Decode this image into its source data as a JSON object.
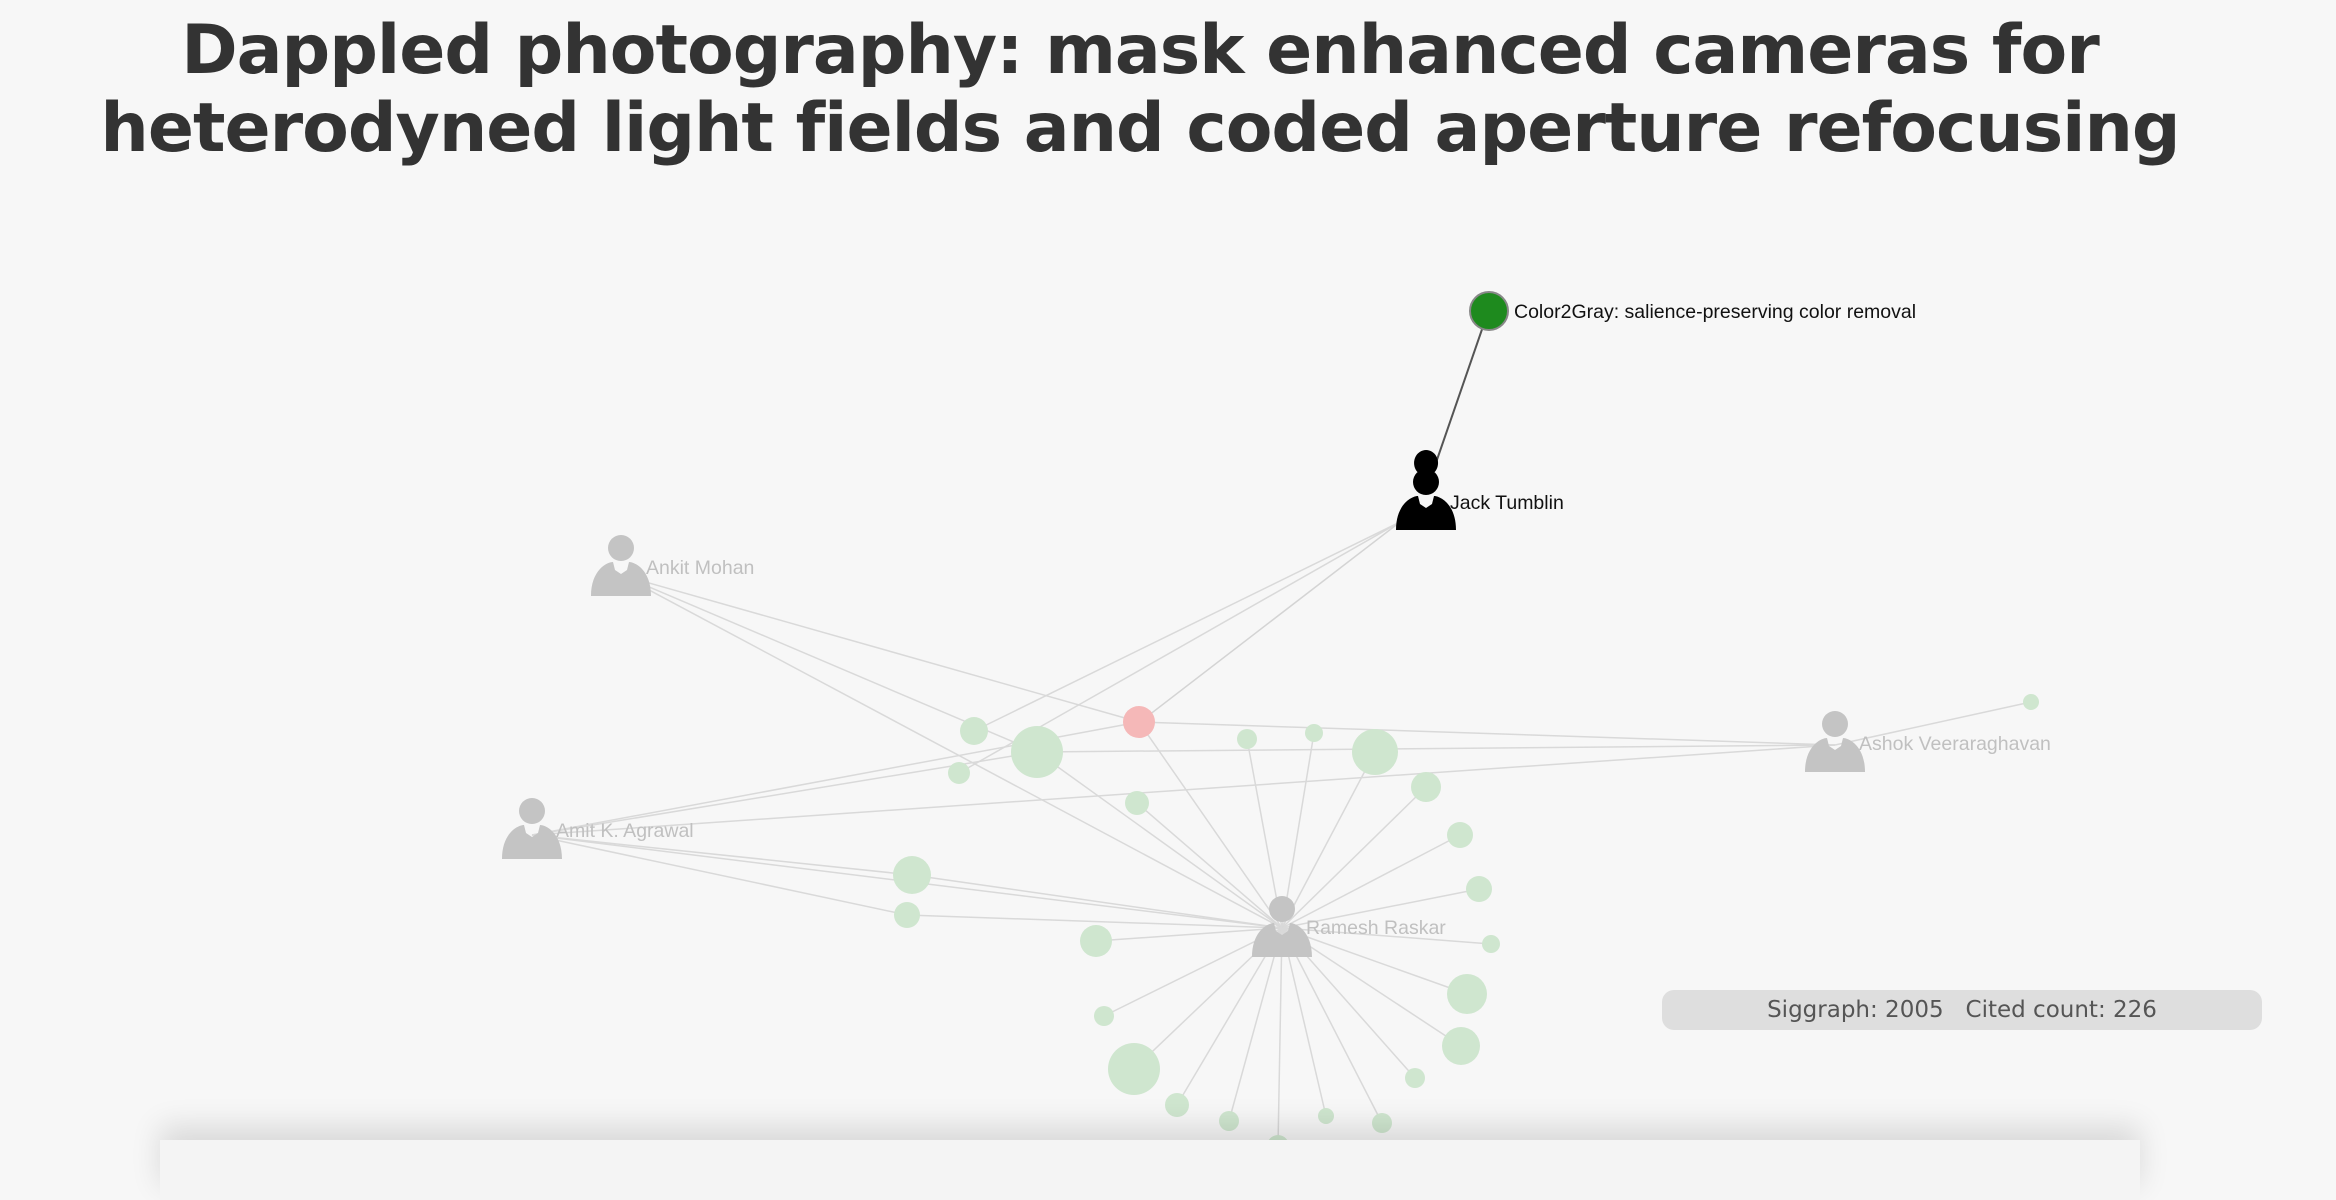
{
  "title": "Dappled photography: mask enhanced cameras for heterodyned light fields and coded aperture refocusing",
  "info": {
    "venue": "Siggraph: 2005",
    "cited": "Cited count: 226"
  },
  "nodes": {
    "highlighted_paper": "Color2Gray: salience-preserving color removal",
    "author_jack": "Jack Tumblin",
    "author_ankit": "Ankit Mohan",
    "author_amit": "Amit K. Agrawal",
    "author_ramesh": "Ramesh Raskar",
    "author_ashok": "Ashok Veeraraghavan"
  },
  "colors": {
    "paper_highlight": "#1e8a1e",
    "paper_faded": "#cfe6cf",
    "current_paper": "#f5b8b8",
    "author_active": "#000000",
    "author_faded": "#bbbbbb"
  },
  "icons": [
    "person-icon",
    "paper-node"
  ]
}
